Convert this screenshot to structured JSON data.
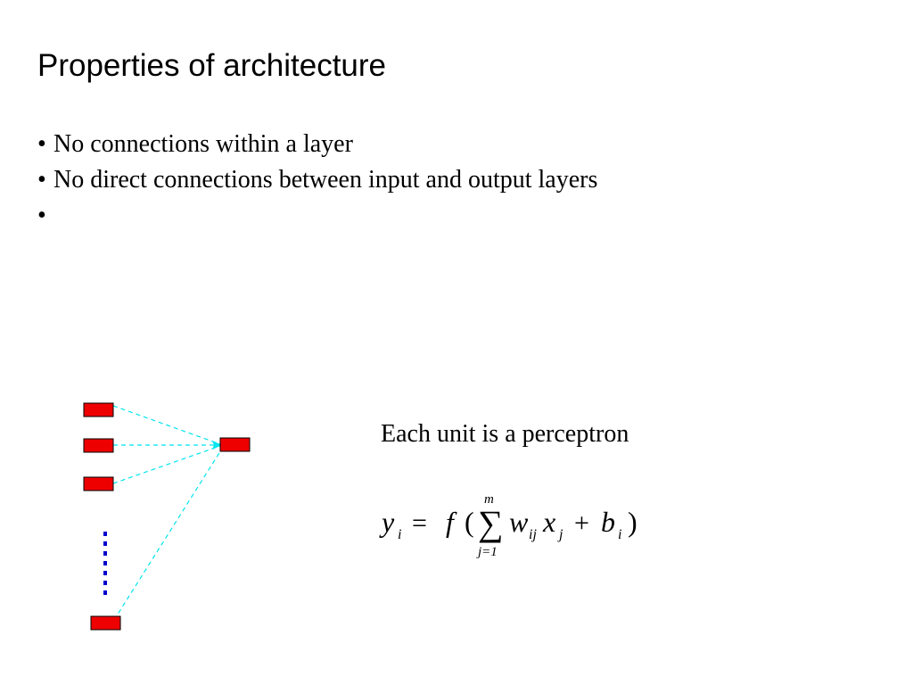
{
  "slide": {
    "title": "Properties of architecture",
    "bullets": [
      "No connections within a layer",
      "No direct connections between input and output layers",
      ""
    ],
    "bullet_glyph": "•",
    "caption": "Each unit is a perceptron"
  },
  "diagram": {
    "input_units": 4,
    "output_units": 1,
    "unit_color": "#ee0000",
    "edge_color": "#00e5ee",
    "ellipsis_color": "#0000cc"
  },
  "formula": {
    "output_var": "y",
    "output_sub": "i",
    "equals": "=",
    "func": "f",
    "open_paren": "(",
    "sum": "∑",
    "sum_upper": "m",
    "sum_lower": "j=1",
    "weight": "w",
    "weight_sub": "ij",
    "input_var": "x",
    "input_sub": "j",
    "plus": "+",
    "bias": "b",
    "bias_sub": "i",
    "close_paren": ")"
  }
}
